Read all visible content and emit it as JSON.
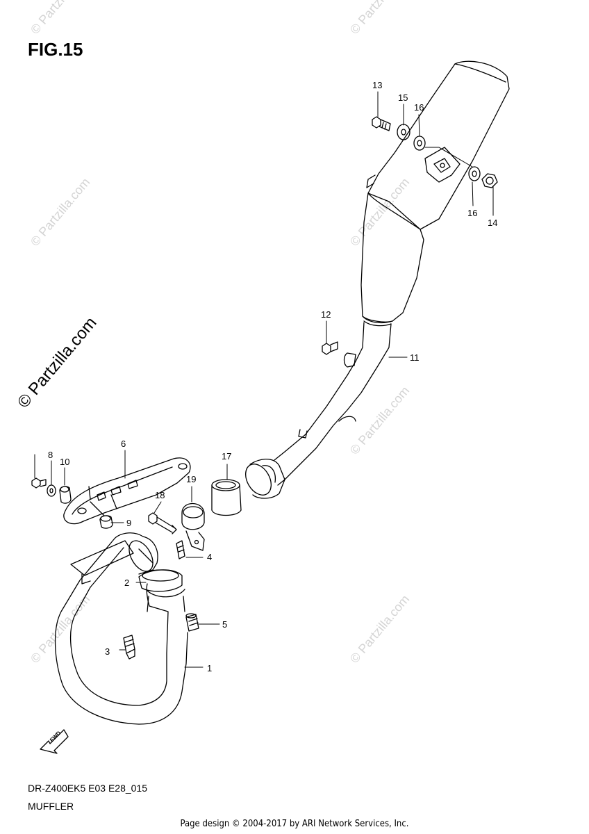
{
  "figure": {
    "title": "FIG.15",
    "model_code": "DR-Z400EK5 E03 E28_015",
    "name": "MUFFLER"
  },
  "footer": "Page design © 2004-2017 by ARI Network Services, Inc.",
  "watermark": {
    "text": "© Partzilla.com"
  },
  "fwd_label": "FWD",
  "callouts": [
    {
      "id": "c1",
      "label": "1"
    },
    {
      "id": "c2",
      "label": "2"
    },
    {
      "id": "c3",
      "label": "3"
    },
    {
      "id": "c4",
      "label": "4"
    },
    {
      "id": "c5",
      "label": "5"
    },
    {
      "id": "c6",
      "label": "6"
    },
    {
      "id": "c8",
      "label": "8"
    },
    {
      "id": "c9",
      "label": "9"
    },
    {
      "id": "c10",
      "label": "10"
    },
    {
      "id": "c11",
      "label": "11"
    },
    {
      "id": "c12",
      "label": "12"
    },
    {
      "id": "c13",
      "label": "13"
    },
    {
      "id": "c14",
      "label": "14"
    },
    {
      "id": "c15",
      "label": "15"
    },
    {
      "id": "c16a",
      "label": "16"
    },
    {
      "id": "c16b",
      "label": "16"
    },
    {
      "id": "c17",
      "label": "17"
    },
    {
      "id": "c18",
      "label": "18"
    },
    {
      "id": "c19",
      "label": "19"
    }
  ]
}
